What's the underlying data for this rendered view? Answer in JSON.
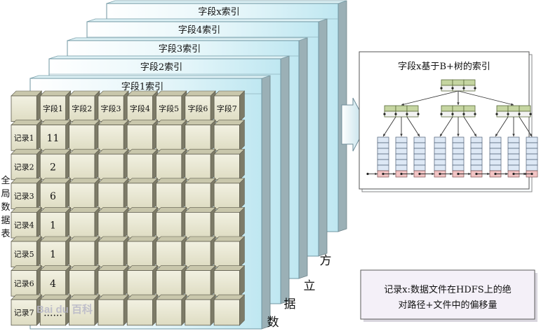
{
  "cube": {
    "index_layers": [
      "字段x索引",
      "字段4索引",
      "字段3索引",
      "字段2索引",
      "字段1索引"
    ],
    "field_headers": [
      "字段1",
      "字段2",
      "字段3",
      "字段4",
      "字段5",
      "字段6",
      "字段7"
    ],
    "record_labels": [
      "记录1",
      "记录2",
      "记录3",
      "记录4",
      "记录5",
      "记录6",
      "记录7"
    ],
    "field1_values": [
      "11",
      "2",
      "6",
      "1",
      "1",
      "4",
      "......"
    ],
    "side_label": [
      "全",
      "局",
      "数",
      "据",
      "表"
    ],
    "diag_label": [
      "方",
      "立",
      "据",
      "数"
    ]
  },
  "btree": {
    "title": "字段x基于B+树的索引"
  },
  "note": {
    "line1": "记录x:数据文件在HDFS上的绝",
    "line2": "对路径+文件中的偏移量"
  },
  "watermark": "Bai du 百科",
  "colors": {
    "cell": "#ecebd6",
    "cell_dark": "#a2a08a",
    "layer_blue": "#c9ecf3",
    "layer_side": "#8b9fa5",
    "node_green": "#c5d5a1",
    "leaf_blue": "#dde8f5",
    "leaf_pink": "#f2c4c4",
    "note_bg": "#f2eef7"
  }
}
